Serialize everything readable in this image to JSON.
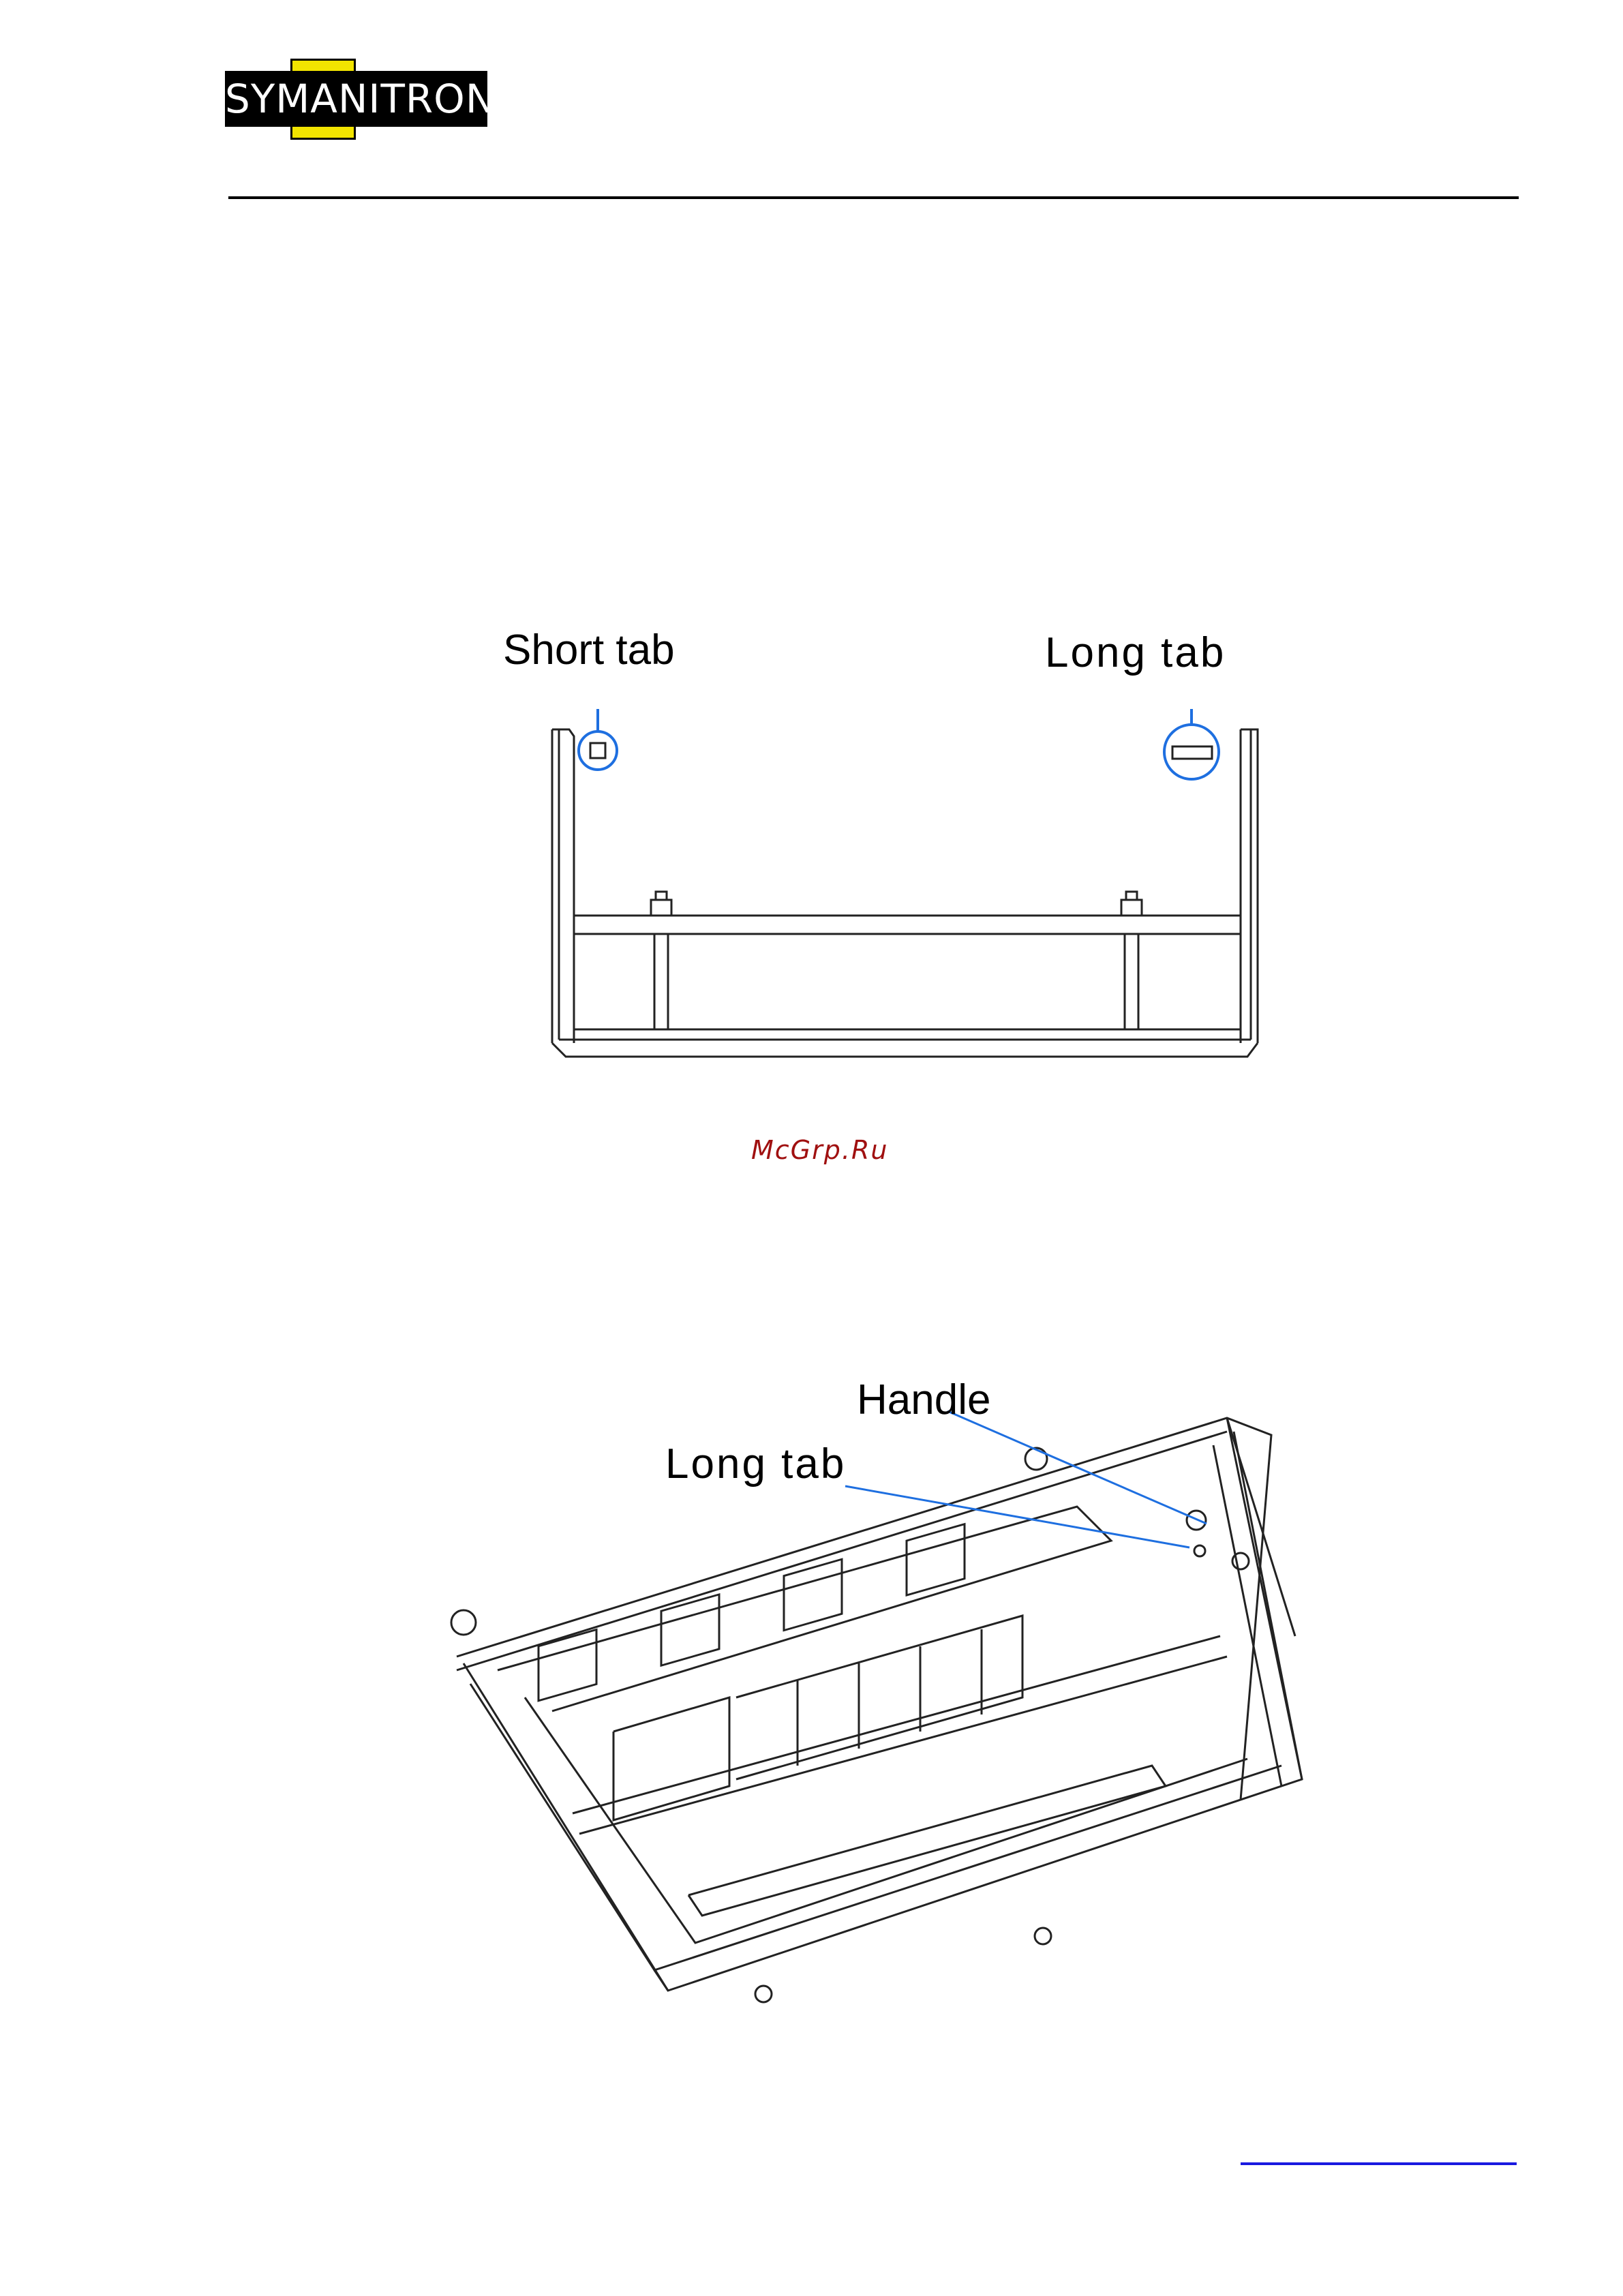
{
  "header": {
    "logo_text": "SYMANITRON"
  },
  "figure1": {
    "label_short_tab": "Short tab",
    "label_long_tab": "Long tab"
  },
  "watermark": "McGrp.Ru",
  "figure2": {
    "label_handle": "Handle",
    "label_long_tab": "Long tab"
  },
  "colors": {
    "callout": "#1e6fe0",
    "watermark": "#a01010",
    "logo_yellow": "#f2e400"
  }
}
